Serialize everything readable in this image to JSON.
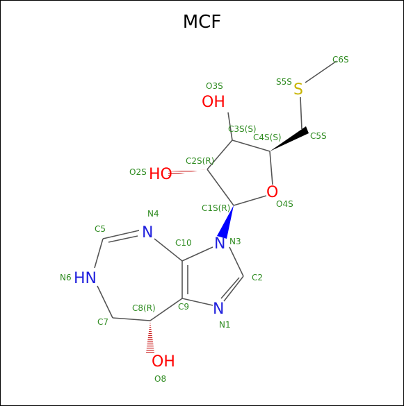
{
  "title": "MCF",
  "atoms": {
    "O3S": "OH",
    "O2S": "HO",
    "O4S": "O",
    "N4": "N",
    "N3": "N",
    "N6": "HN",
    "N1": "N",
    "O8": "OH",
    "S5S": "S"
  },
  "labels": {
    "C6S": "C6S",
    "S5S": "S5S",
    "O3S": "O3S",
    "C3S": "C3S(S)",
    "C4S": "C4S(S)",
    "C5S": "C5S",
    "C2S": "C2S(R)",
    "O2S": "O2S",
    "C1S": "C1S(R)",
    "O4S": "O4S",
    "N4": "N4",
    "C5": "C5",
    "C10": "C10",
    "N3": "N3",
    "N6": "N6",
    "C2": "C2",
    "C8": "C8(R)",
    "C9": "C9",
    "C7": "C7",
    "N1": "N1",
    "O8": "O8"
  },
  "colors": {
    "bond": "#555555",
    "oxygen": "#ff0000",
    "nitrogen": "#2020dd",
    "sulfur": "#c8b400",
    "label": "#2e8b20"
  }
}
